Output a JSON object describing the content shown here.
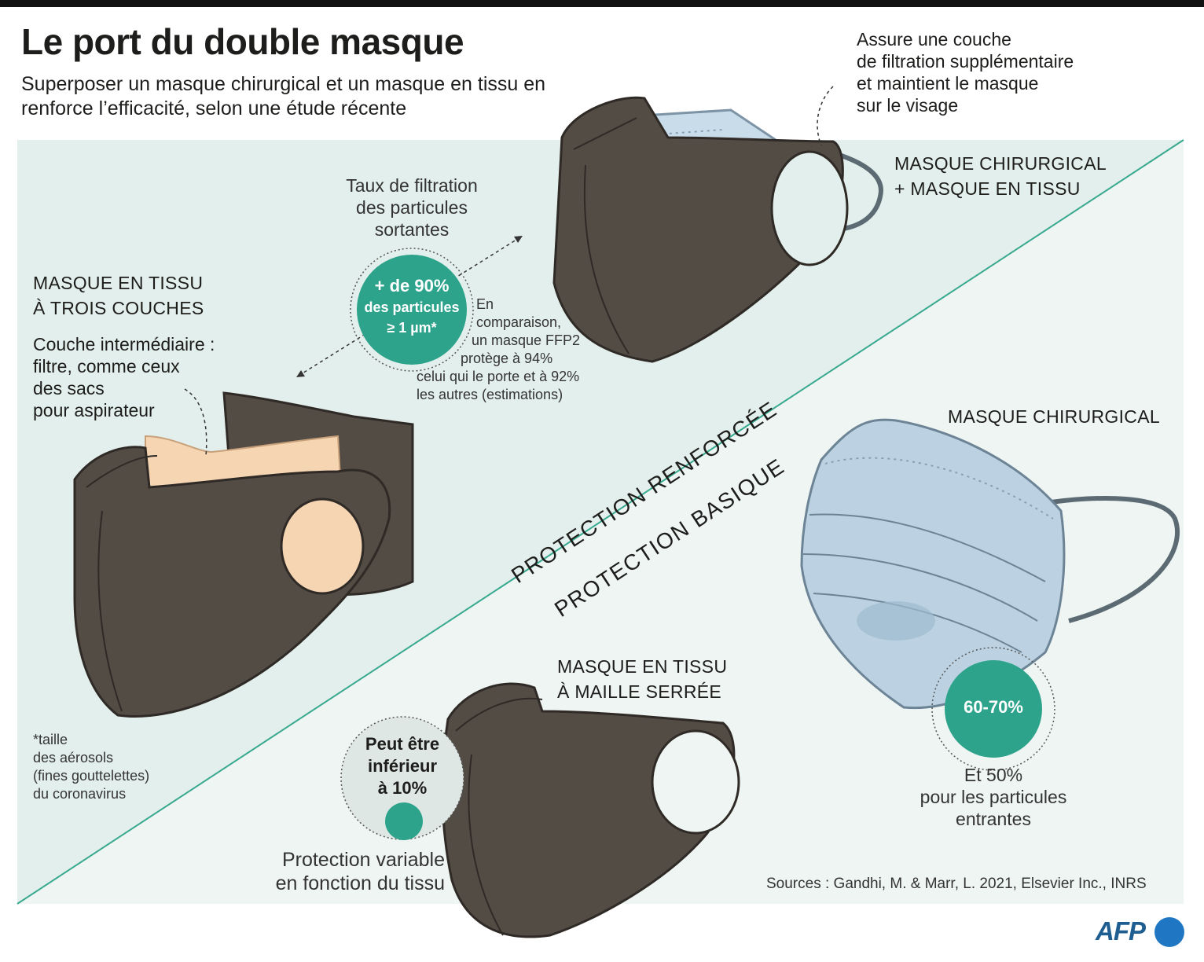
{
  "title": "Le port du double masque",
  "subtitle": "Superposer un masque chirurgical et un masque en tissu en renforce l’efficacité, selon une étude récente",
  "top_note": {
    "line1": "Assure une couche",
    "line2": "de filtration supplémentaire",
    "line3": "et maintient le masque",
    "line4": "sur le visage"
  },
  "double_mask_label": {
    "line1": "MASQUE CHIRURGICAL",
    "line2": "+ MASQUE EN TISSU"
  },
  "filtration_caption": {
    "line1": "Taux de filtration",
    "line2": "des particules",
    "line3": "sortantes"
  },
  "filtration_circle": {
    "line1": "+ de 90%",
    "line2": "des particules",
    "line3": "≥ 1 µm*"
  },
  "comparison_note": {
    "line1": "En",
    "line2": "comparaison,",
    "line3": "un masque FFP2",
    "line4": "protège à 94%",
    "line5": "celui qui le porte et à 92%",
    "line6": "les autres (estimations)"
  },
  "three_layer_label": {
    "line1": "MASQUE EN TISSU",
    "line2": "À TROIS COUCHES"
  },
  "middle_layer_note": {
    "line1": "Couche intermédiaire :",
    "line2": "filtre, comme ceux",
    "line3": "des sacs",
    "line4": "pour aspirateur"
  },
  "protection_renforcee": "PROTECTION RENFORCÉE",
  "protection_basique": "PROTECTION BASIQUE",
  "surgical_label": "MASQUE CHIRURGICAL",
  "surgical_circle": "60-70%",
  "surgical_note": {
    "line1": "Et 50%",
    "line2": "pour les particules",
    "line3": "entrantes"
  },
  "tight_weave_label": {
    "line1": "MASQUE EN TISSU",
    "line2": "À MAILLE SERRÉE"
  },
  "tight_weave_circle": {
    "line1": "Peut être",
    "line2": "inférieur",
    "line3": "à 10%"
  },
  "tight_weave_note": {
    "line1": "Protection variable",
    "line2": "en fonction du tissu"
  },
  "footnote": {
    "line1": "*taille",
    "line2": "des aérosols",
    "line3": "(fines gouttelettes)",
    "line4": "du coronavirus"
  },
  "sources": "Sources : Gandhi, M. & Marr, L. 2021, Elsevier Inc., INRS",
  "logo": "AFP",
  "colors": {
    "panel_bg": "#e4f0ed",
    "panel_bg_lower": "#eef5f3",
    "accent_teal": "#2ea38c",
    "fabric_dark": "#524c45",
    "surgical_blue": "#bcd2e2",
    "filter_layer": "#f6d5b3",
    "brand": "#1f5e91"
  }
}
